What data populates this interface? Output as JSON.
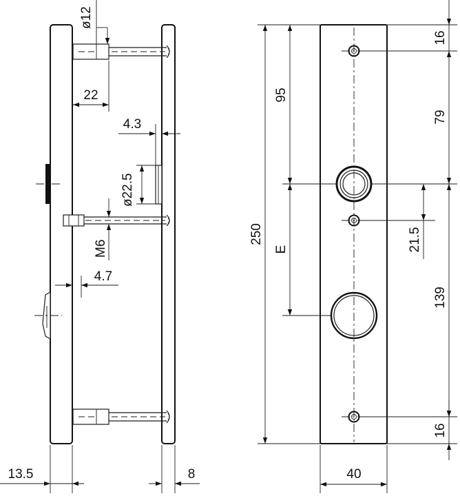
{
  "drawing": {
    "side_view": {
      "dia_bolt_head": "ø12",
      "dist_22": "22",
      "dist_4_3": "4.3",
      "dia_rosette": "ø22.5",
      "thread": "M6",
      "dist_4_7": "4.7",
      "dist_13_5": "13.5",
      "dist_8": "8"
    },
    "front_view": {
      "total_height": "250",
      "dist_95": "95",
      "backset_e": "E",
      "width": "40",
      "top_16": "16",
      "dist_79": "79",
      "dist_21_5": "21.5",
      "dist_139": "139",
      "bottom_16": "16"
    }
  }
}
